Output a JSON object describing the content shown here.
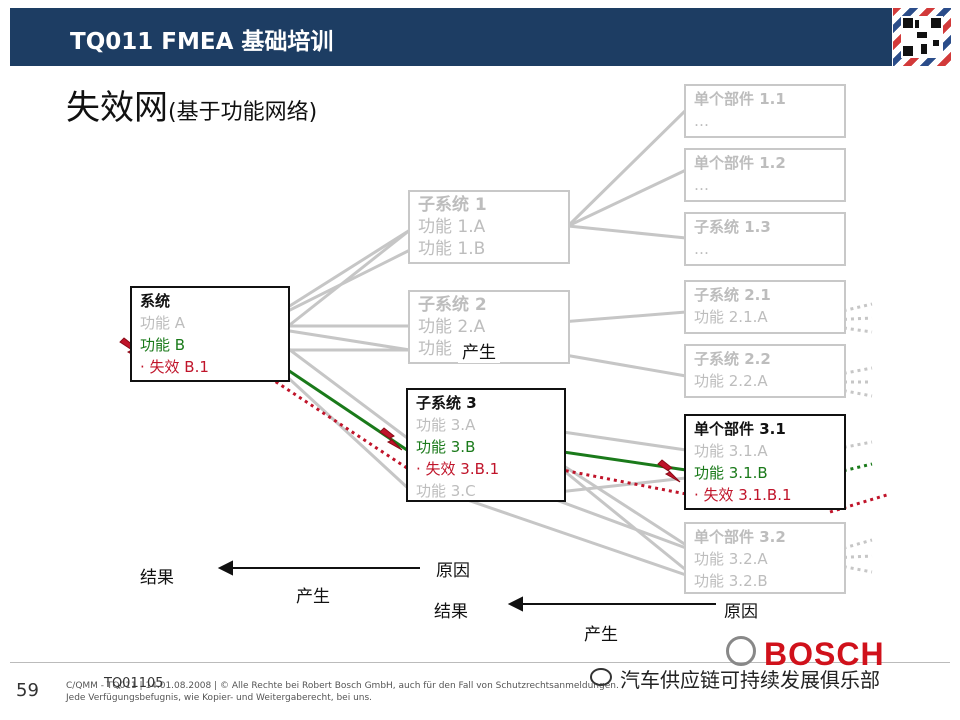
{
  "header": {
    "title": "TQ011 FMEA 基础培训"
  },
  "slide": {
    "title": "失效网",
    "subtitle": "(基于功能网络)"
  },
  "system": {
    "title": "系统",
    "f1": "功能 A",
    "f2": "功能 B",
    "failure": "·    失效 B.1"
  },
  "subsystems": [
    {
      "title": "子系统 1",
      "f1": "功能  1.A",
      "f2": "功能 1.B"
    },
    {
      "title": "子系统 2",
      "f1": "功能  2.A",
      "f2": "功能"
    },
    {
      "title": "子系统 3",
      "f1": "功能  3.A",
      "f2": "功能 3.B",
      "failure": "·    失效 3.B.1",
      "f3": "功能 3.C"
    }
  ],
  "parts": [
    {
      "title": "单个部件 1.1",
      "l2": "…"
    },
    {
      "title": "单个部件 1.2",
      "l2": "…"
    },
    {
      "title": "子系统  1.3",
      "l2": "…"
    },
    {
      "title": "子系统 2.1",
      "l2": "功能 2.1.A"
    },
    {
      "title": "子系统  2.2",
      "l2": "功能 2.2.A"
    },
    {
      "title": "单个部件 3.1",
      "l2": "功能 3.1.A",
      "l3": "功能  3.1.B",
      "failure": "·    失效 3.1.B.1"
    },
    {
      "title": "单个部件 3.2",
      "l2": "功能 3.2.A",
      "l3": "功能 3.2.B"
    }
  ],
  "overlay_label": "产生",
  "legend": {
    "result1": "结果",
    "cause1": "原因",
    "produce1": "产生",
    "result2": "结果",
    "cause2": "原因",
    "produce2": "产生"
  },
  "footer": {
    "page": "59",
    "legal": "C/QMM - TQ011 | 14.01.08.2008 | © Alle Rechte bei Robert Bosch GmbH, auch für den Fall von Schutzrechtsanmeldungen. Jede Verfügungsbefugnis, wie Kopier- und Weitergaberecht, bei uns.",
    "code": "TQ01105",
    "brand": "BOSCH",
    "watermark": "汽车供应链可持续发展俱乐部"
  },
  "colors": {
    "header": "#1d3d63",
    "green": "#1a7a1a",
    "red": "#c0142a",
    "gray": "#bdbdbd"
  }
}
